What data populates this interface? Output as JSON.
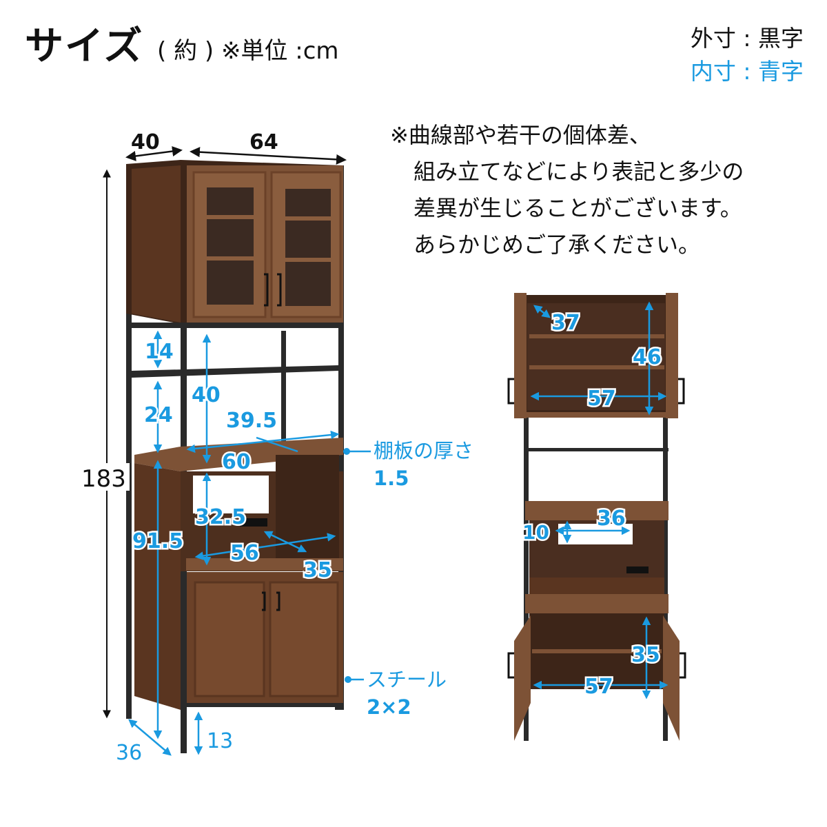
{
  "header": {
    "title": "サイズ",
    "subtitle": "( 約 ) ※単位 :cm"
  },
  "legend": {
    "outer": "外寸 : 黒字",
    "inner": "内寸 : 青字",
    "outer_color": "#111111",
    "inner_color": "#1a9ae0"
  },
  "note": {
    "lines": [
      "※曲線部や若干の個体差、",
      "組み立てなどにより表記と多少の",
      "差異が生じることがございます。",
      "あらかじめご了承ください。"
    ]
  },
  "front_view": {
    "outer": {
      "depth": "40",
      "width": "64",
      "height": "183"
    },
    "inner": {
      "upper_open_gap": "14",
      "middle_open_gap": "24",
      "open_shelf_height": "40",
      "shelf_depth": "39.5",
      "shelf_width": "60",
      "microwave_height": "32.5",
      "counter_height": "91.5",
      "slide_shelf_width": "56",
      "slide_shelf_depth": "35",
      "leg_spread": "36",
      "leg_clearance": "13"
    },
    "callouts": {
      "shelf_thickness_label": "棚板の厚さ",
      "shelf_thickness_value": "1.5",
      "leg_label": "スチール",
      "leg_value": "2×2"
    }
  },
  "open_view": {
    "inner": {
      "upper_depth": "37",
      "upper_height": "46",
      "upper_width": "57",
      "cord_hole_height": "10",
      "cord_hole_width": "36",
      "lower_height": "35",
      "lower_width": "57"
    }
  },
  "colors": {
    "wood": "#6b4128",
    "wood_light": "#7d5236",
    "wood_dark": "#3d2518",
    "steel": "#2a2a2a",
    "accent": "#1a9ae0"
  }
}
